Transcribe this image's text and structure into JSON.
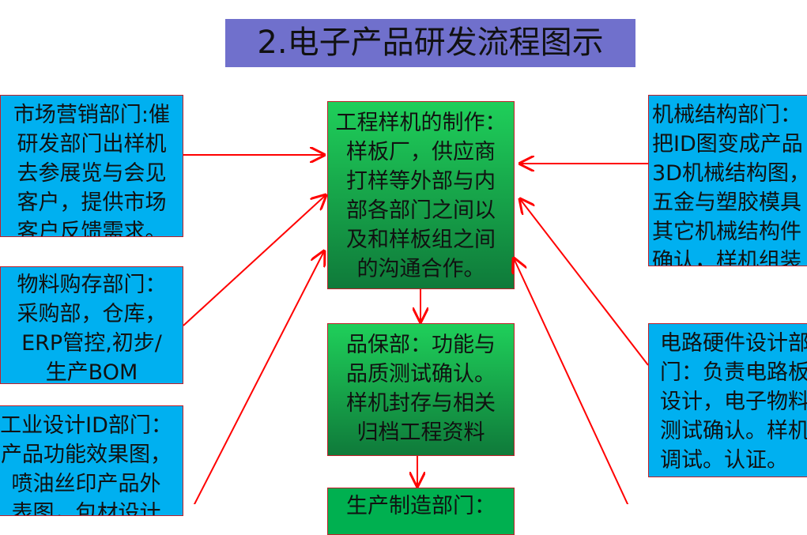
{
  "title": "2.电子产品研发流程图示",
  "left_boxes": [
    {
      "lines": [
        "市场营销部门:催",
        "研发部门出样机",
        "去参展览与会见",
        "客户，提供市场",
        "客户反馈需求。"
      ]
    },
    {
      "lines": [
        "物料购存部门：",
        "采购部，仓库，",
        "ERP管控,初步/",
        "生产BOM"
      ]
    },
    {
      "lines": [
        "工业设计ID部门：",
        "产品功能效果图，",
        "喷油丝印产品外",
        "表图，包材设计"
      ]
    }
  ],
  "center_boxes": [
    {
      "lines": [
        "工程样机的制作：",
        "样板厂，供应商",
        "打样等外部与内",
        "部各部门之间以",
        "及和样板组之间",
        "的沟通合作。"
      ]
    },
    {
      "lines": [
        "品保部：功能与",
        "品质测试确认。",
        "样机封存与相关",
        "归档工程资料"
      ]
    },
    {
      "lines": [
        "生产制造部门："
      ]
    }
  ],
  "right_boxes": [
    {
      "lines": [
        "机械结构部门：",
        "把ID图变成产品",
        "3D机械结构图，",
        "五金与塑胶模具",
        "其它机械结构件",
        "确认，样机组装"
      ]
    },
    {
      "lines": [
        "电路硬件设计部",
        "门：负责电路板",
        "设计，电子物料",
        "测试确认。样机",
        "调试。认证。"
      ]
    }
  ],
  "colors": {
    "title_bg": "#7070cc",
    "side_box": "#00b0f0",
    "center_box": "#00b050",
    "arrow": "#ff0000",
    "border": "#c0202a"
  }
}
